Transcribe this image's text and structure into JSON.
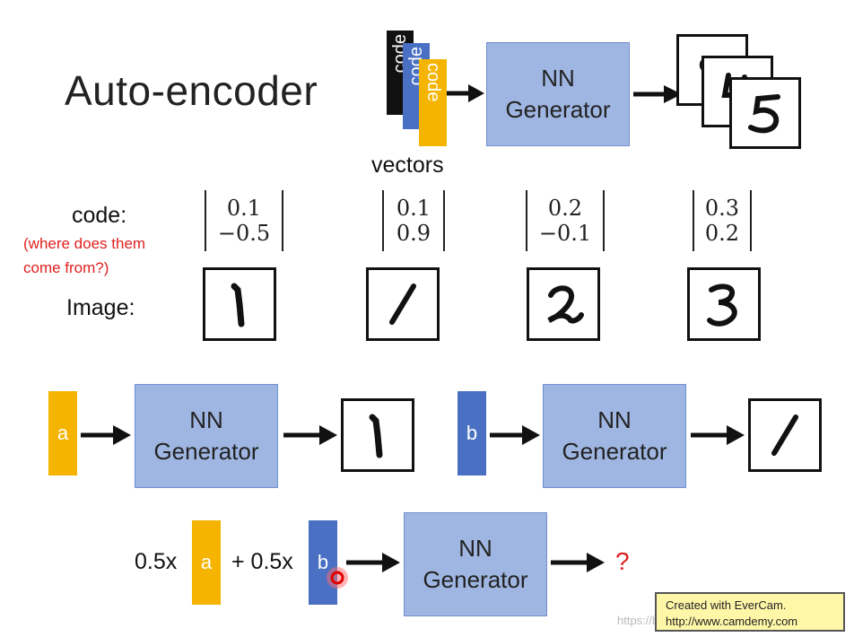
{
  "title": "Auto-encoder",
  "top": {
    "code_bars": [
      "code",
      "code",
      "code"
    ],
    "vectors_label": "vectors",
    "generator_line1": "NN",
    "generator_line2": "Generator"
  },
  "codes": {
    "code_label": "code:",
    "question": [
      "(where does them",
      "come from?)"
    ],
    "image_label": "Image:",
    "vectors": [
      {
        "top": "0.1",
        "bottom": "−0.5",
        "digit": "1"
      },
      {
        "top": "0.1",
        "bottom": "0.9",
        "digit": "/"
      },
      {
        "top": "0.2",
        "bottom": "−0.1",
        "digit": "2"
      },
      {
        "top": "0.3",
        "bottom": "0.2",
        "digit": "3"
      }
    ]
  },
  "middle": {
    "left": {
      "input": "a",
      "line1": "NN",
      "line2": "Generator"
    },
    "right": {
      "input": "b",
      "line1": "NN",
      "line2": "Generator"
    }
  },
  "bottom": {
    "coef_a": "0.5x",
    "a": "a",
    "plus": "+ 0.5x",
    "b": "b",
    "line1": "NN",
    "line2": "Generator",
    "output": "?"
  },
  "evercam": {
    "line1": "Created with EverCam.",
    "line2": "http://www.camdemy.com"
  },
  "watermark": "https://blog.csdn.net"
}
